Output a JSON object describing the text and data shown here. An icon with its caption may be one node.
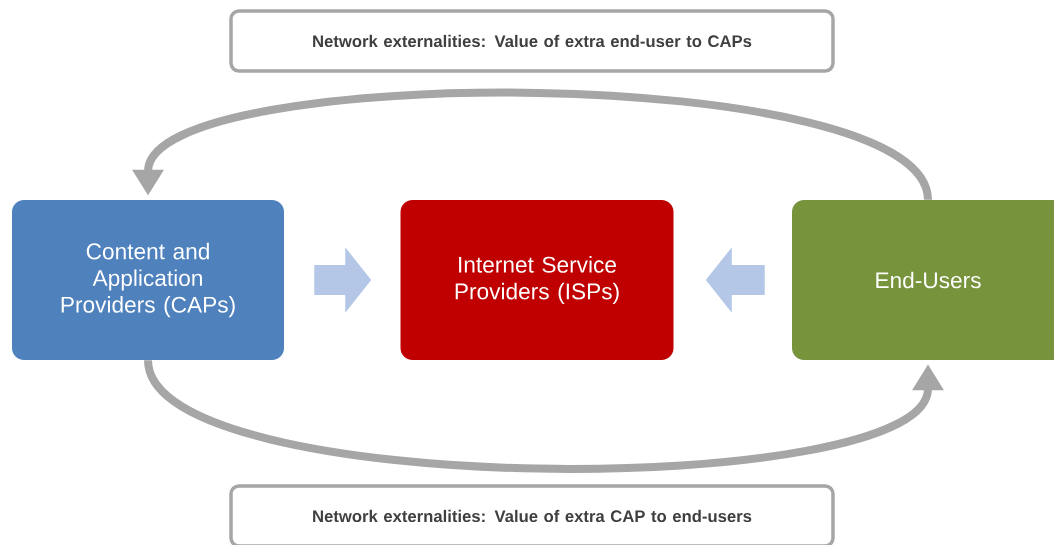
{
  "diagram": {
    "nodes": [
      {
        "text": [
          "Network externalities: Value of extra end-user to CAPs"
        ]
      },
      {
        "text": [
          "Content and Application Providers (CAPs)"
        ]
      },
      {
        "text": [
          "Internet Service Providers (ISPs)"
        ]
      },
      {
        "text": [
          "End-Users"
        ]
      },
      {
        "text": [
          "Network externalities: Value of extra CAP to end-users"
        ]
      }
    ],
    "edges": [
      {
        "from": 3,
        "to": 1,
        "arrow": "to",
        "color": "#a6a6a6"
      },
      {
        "from": 1,
        "to": 3,
        "arrow": "to",
        "color": "#a6a6a6"
      },
      {
        "from": 1,
        "to": 2,
        "arrow": "to",
        "style": "thick",
        "color": "#b4c7e7"
      },
      {
        "from": 3,
        "to": 2,
        "arrow": "to",
        "style": "thick",
        "color": "#b4c7e7"
      }
    ]
  }
}
